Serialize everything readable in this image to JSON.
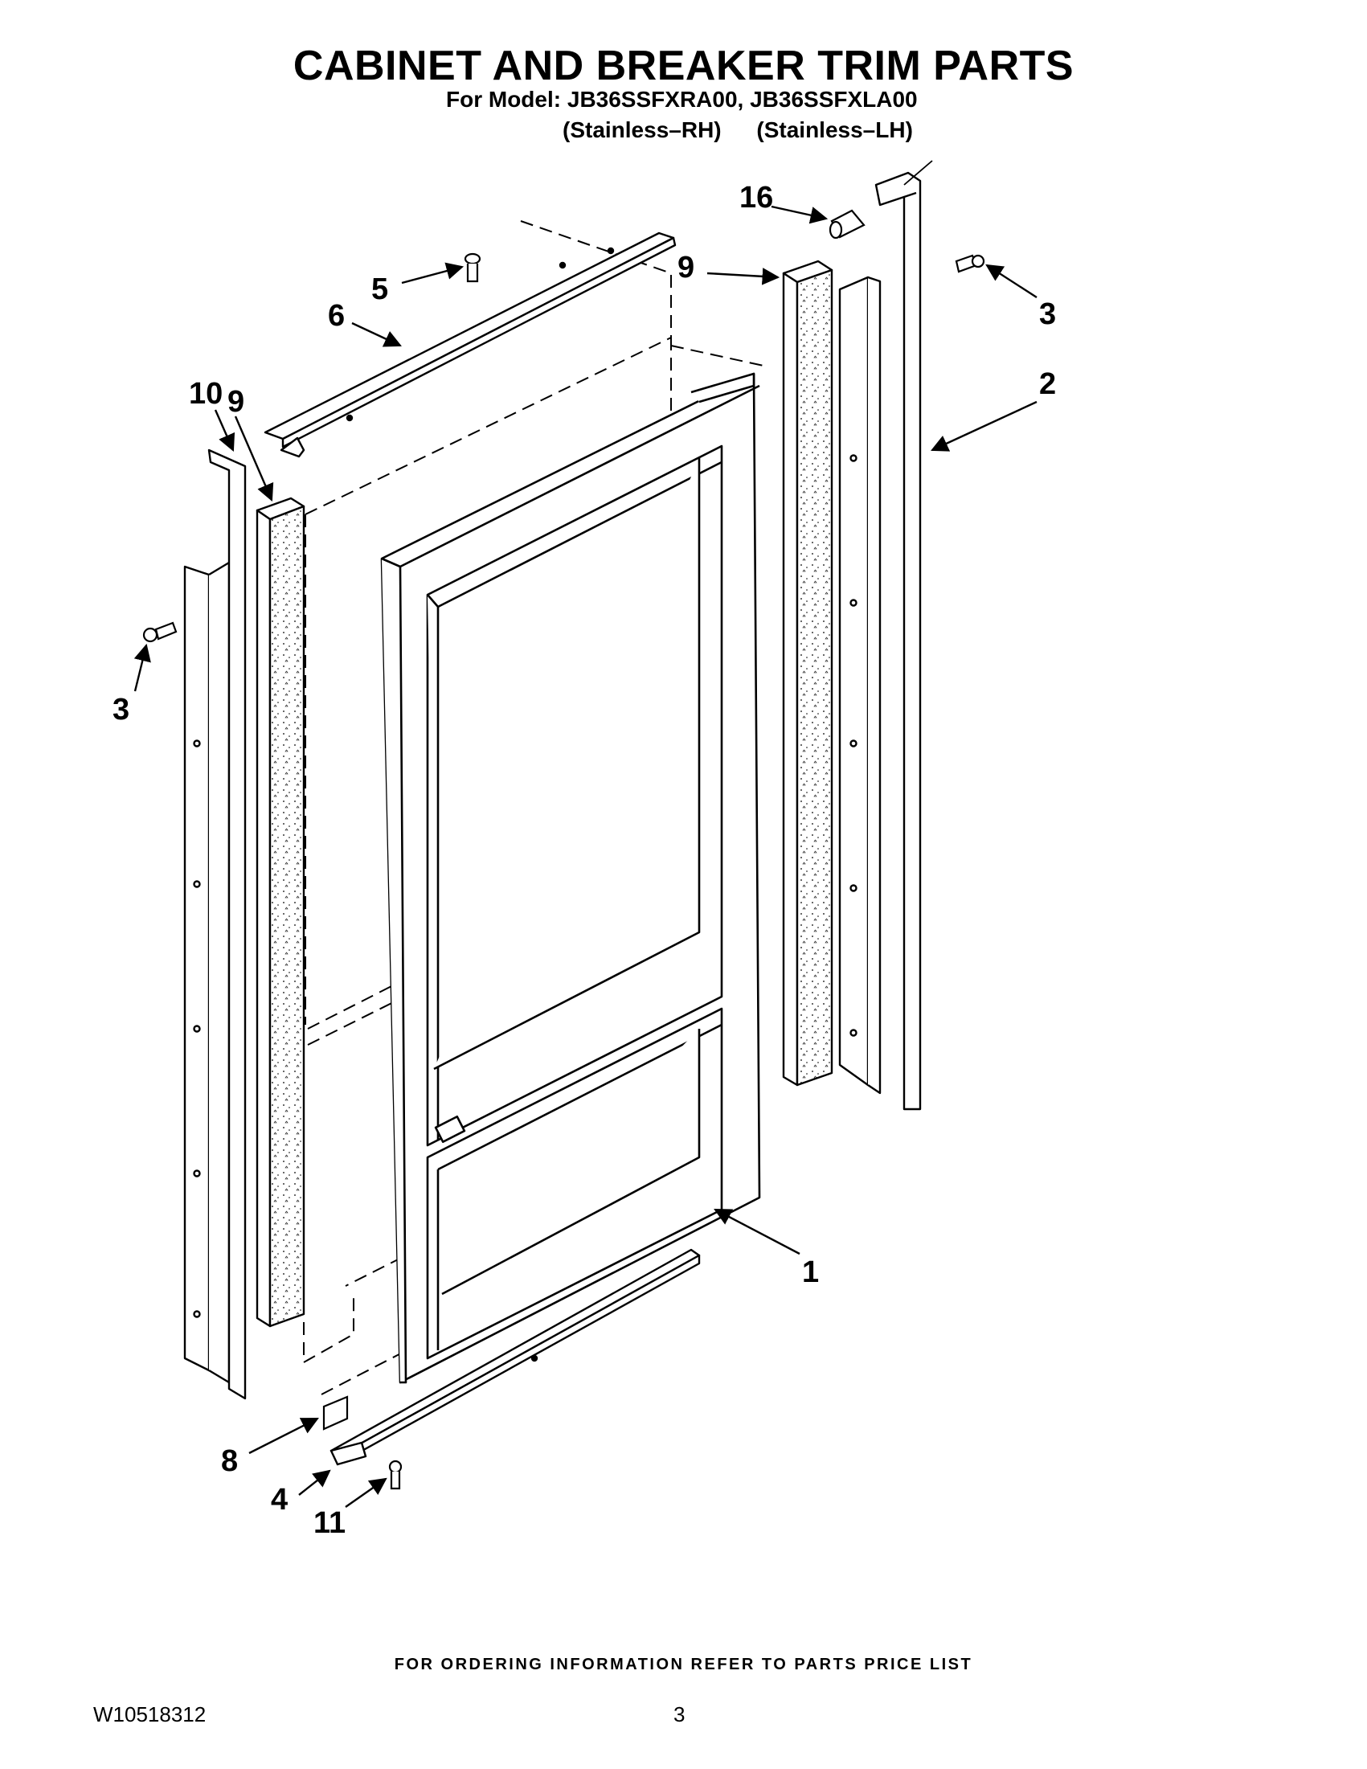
{
  "header": {
    "title": "CABINET AND BREAKER TRIM PARTS",
    "subtitle": "For Model: JB36SSFXRA00, JB36SSFXLA00",
    "variant_rh": "(Stainless–RH)",
    "variant_lh": "(Stainless–LH)"
  },
  "diagram": {
    "callouts": [
      "16",
      "5",
      "6",
      "9",
      "3",
      "2",
      "10",
      "9",
      "3",
      "1",
      "8",
      "4",
      "11"
    ]
  },
  "footer": {
    "note": "FOR ORDERING INFORMATION REFER TO PARTS PRICE LIST",
    "doc_number": "W10518312",
    "page_number": "3"
  }
}
